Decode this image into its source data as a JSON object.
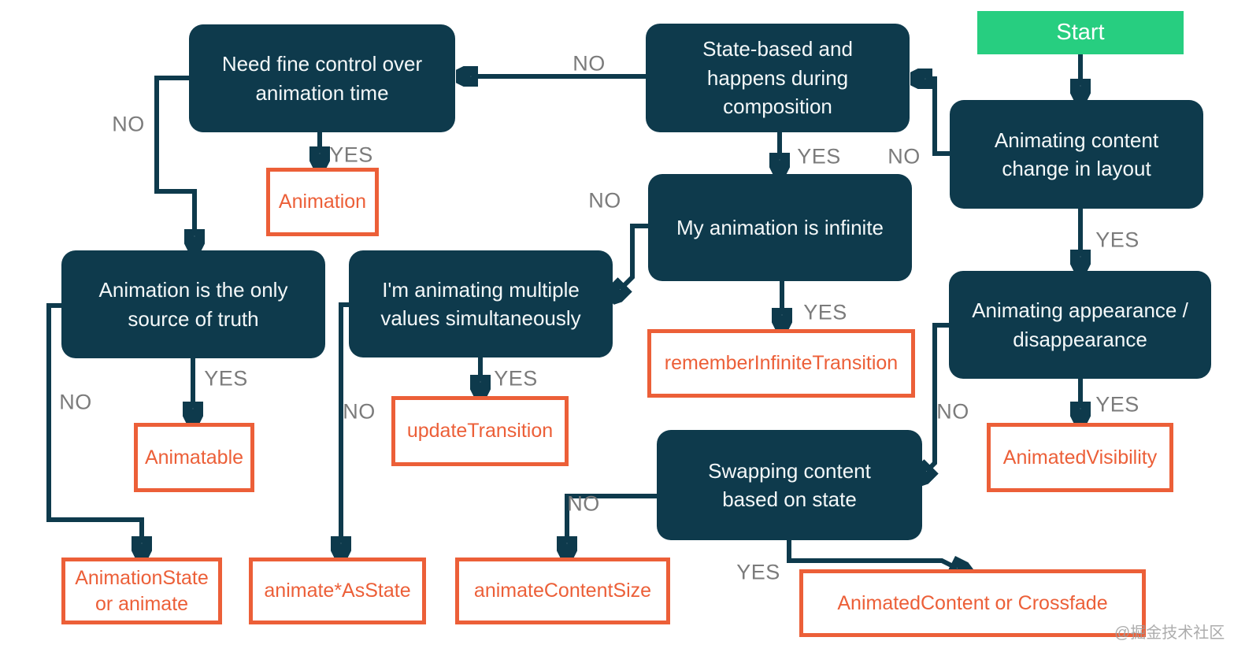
{
  "colors": {
    "node_dark": "#0E3A4C",
    "result_orange": "#EC5F38",
    "start_green": "#27CE80",
    "edge_label_gray": "#7B7B7B",
    "node_text_white": "#F4F8F9",
    "background": "#FFFFFF"
  },
  "start": {
    "label": "Start"
  },
  "decisions": [
    {
      "id": "animating-content-change",
      "label": "Animating content change in layout"
    },
    {
      "id": "state-based",
      "label": "State-based and happens during composition"
    },
    {
      "id": "need-fine-control",
      "label": "Need fine control over animation time"
    },
    {
      "id": "my-animation-infinite",
      "label": "My animation is infinite"
    },
    {
      "id": "animation-only-source",
      "label": "Animation is the only source of truth"
    },
    {
      "id": "im-animating-multiple",
      "label": "I'm animating multiple values simultaneously"
    },
    {
      "id": "animating-appearance",
      "label": "Animating appearance / disappearance"
    },
    {
      "id": "swapping-content",
      "label": "Swapping content based on state"
    }
  ],
  "results": [
    {
      "id": "animation",
      "label": "Animation"
    },
    {
      "id": "animatable",
      "label": "Animatable"
    },
    {
      "id": "update-transition",
      "label": "updateTransition"
    },
    {
      "id": "remember-infinite-transition",
      "label": "rememberInfiniteTransition"
    },
    {
      "id": "animated-visibility",
      "label": "AnimatedVisibility"
    },
    {
      "id": "animation-state-or-animate",
      "label": "AnimationState or animate"
    },
    {
      "id": "animate-as-state",
      "label": "animate*AsState"
    },
    {
      "id": "animate-content-size",
      "label": "animateContentSize"
    },
    {
      "id": "animated-content-or-crossfade",
      "label": "AnimatedContent or Crossfade"
    }
  ],
  "edges": [
    {
      "from": "start",
      "to": "animating-content-change",
      "label": ""
    },
    {
      "from": "animating-content-change",
      "to": "state-based",
      "label": "NO"
    },
    {
      "from": "animating-content-change",
      "to": "animating-appearance",
      "label": "YES"
    },
    {
      "from": "state-based",
      "to": "need-fine-control",
      "label": "NO"
    },
    {
      "from": "state-based",
      "to": "my-animation-infinite",
      "label": "YES"
    },
    {
      "from": "need-fine-control",
      "to": "animation",
      "label": "YES"
    },
    {
      "from": "need-fine-control",
      "to": "animation-only-source",
      "label": "NO"
    },
    {
      "from": "animation-only-source",
      "to": "animatable",
      "label": "YES"
    },
    {
      "from": "animation-only-source",
      "to": "animation-state-or-animate",
      "label": "NO"
    },
    {
      "from": "my-animation-infinite",
      "to": "remember-infinite-transition",
      "label": "YES"
    },
    {
      "from": "my-animation-infinite",
      "to": "im-animating-multiple",
      "label": "NO"
    },
    {
      "from": "im-animating-multiple",
      "to": "update-transition",
      "label": "YES"
    },
    {
      "from": "im-animating-multiple",
      "to": "animate-as-state",
      "label": "NO"
    },
    {
      "from": "animating-appearance",
      "to": "animated-visibility",
      "label": "YES"
    },
    {
      "from": "animating-appearance",
      "to": "swapping-content",
      "label": "NO"
    },
    {
      "from": "swapping-content",
      "to": "animated-content-or-crossfade",
      "label": "YES"
    },
    {
      "from": "swapping-content",
      "to": "animate-content-size",
      "label": "NO"
    }
  ],
  "watermark": "@掘金技术社区"
}
